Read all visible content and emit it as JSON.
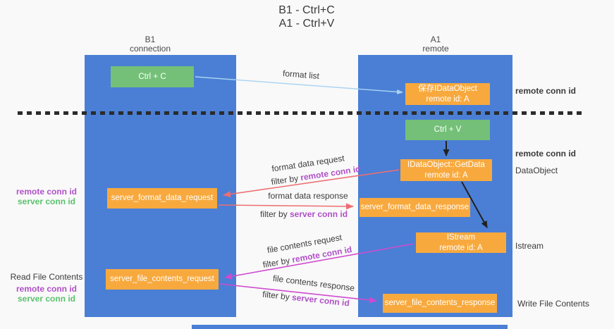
{
  "colors": {
    "bg": "#f9f9f9",
    "lifeline_blue": "#4a7fd5",
    "box_green": "#74c078",
    "box_orange": "#f8a93e",
    "text_purple": "#b050c8",
    "text_green": "#5bc16d",
    "arrow_lightblue": "#a9d3f2",
    "arrow_black": "#212121",
    "arrow_salmon": "#ed6e72",
    "arrow_magenta": "#cf4bd0",
    "dash_color": "#2b2b2b"
  },
  "title": {
    "line1": "B1 - Ctrl+C",
    "line2": "A1 - Ctrl+V"
  },
  "columns": {
    "b1": {
      "name": "B1",
      "subtitle": "connection"
    },
    "a1": {
      "name": "A1",
      "subtitle": "remote"
    }
  },
  "nodes": {
    "ctrl_c": {
      "label": "Ctrl + C"
    },
    "ctrl_v": {
      "label": "Ctrl + V"
    },
    "save_idataobject": {
      "line1": "保存IDataObject",
      "line2": "remote id: A"
    },
    "idataobject_getdata": {
      "line1": "IDataObject::GetData",
      "line2": "remote id: A"
    },
    "istream": {
      "line1": "IStream",
      "line2": "remote id: A"
    },
    "server_format_data_request": {
      "label": "server_format_data_request"
    },
    "server_format_data_response": {
      "label": "server_format_data_response"
    },
    "server_file_contents_request": {
      "label": "server_file_contents_request"
    },
    "server_file_contents_response": {
      "label": "server_file_contents_response"
    }
  },
  "edges": {
    "format_list": "format list",
    "format_data_request": "format data request",
    "format_data_response": "format data response",
    "file_contents_request": "file contents request",
    "file_contents_response": "file contents response",
    "filter_by": "filter by",
    "remote_conn_id": "remote conn id",
    "server_conn_id": "server conn id"
  },
  "annotations": {
    "right_remote_conn_id_top": "remote conn id",
    "right_remote_conn_id_mid": "remote conn id",
    "right_dataobject": "DataObject",
    "right_istream": "Istream",
    "right_write_file_contents": "Write File Contents",
    "left_remote_conn_id_mid": "remote conn id",
    "left_server_conn_id_mid": "server conn id",
    "left_read_file_contents": "Read File Contents",
    "left_remote_conn_id_bottom": "remote conn id",
    "left_server_conn_id_bottom": "server conn id"
  }
}
